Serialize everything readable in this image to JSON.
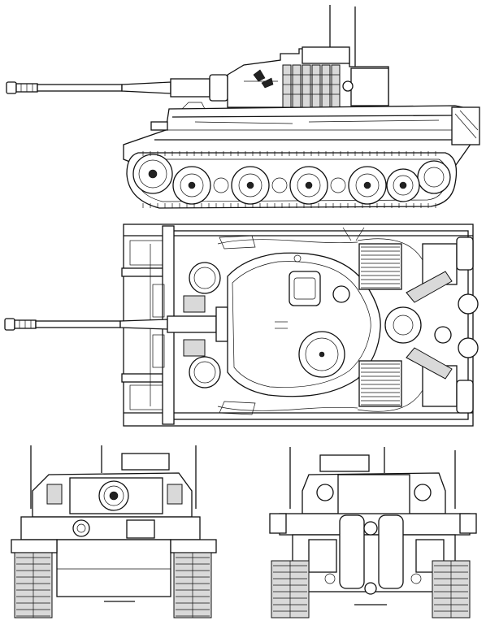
{
  "drawing": {
    "views": [
      {
        "id": "side-view"
      },
      {
        "id": "top-view"
      },
      {
        "id": "front-view"
      },
      {
        "id": "rear-view"
      }
    ]
  },
  "colors": {
    "line": "#111111",
    "paper": "#ffffff",
    "shade": "#d9d9d9"
  },
  "side_view": {
    "road_wheel_count": 5
  },
  "top_view": {
    "engine_grille_count": 4
  }
}
